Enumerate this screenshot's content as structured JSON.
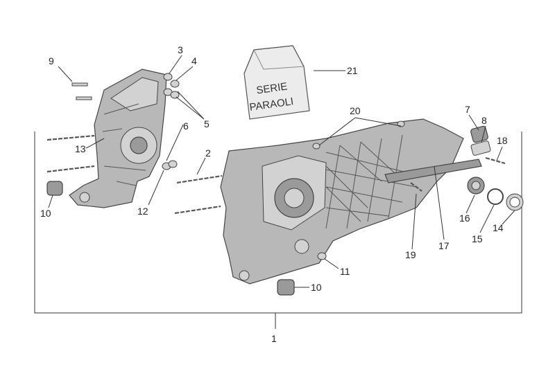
{
  "bag": {
    "line1": "SERIE",
    "line2": "PARAOLI"
  },
  "callouts": {
    "c1": "1",
    "c2": "2",
    "c3": "3",
    "c4": "4",
    "c5": "5",
    "c6": "6",
    "c7": "7",
    "c8": "8",
    "c9": "9",
    "c10a": "10",
    "c10b": "10",
    "c11": "11",
    "c12": "12",
    "c13": "13",
    "c14": "14",
    "c15": "15",
    "c16": "16",
    "c17": "17",
    "c18": "18",
    "c19": "19",
    "c20": "20",
    "c21": "21"
  }
}
